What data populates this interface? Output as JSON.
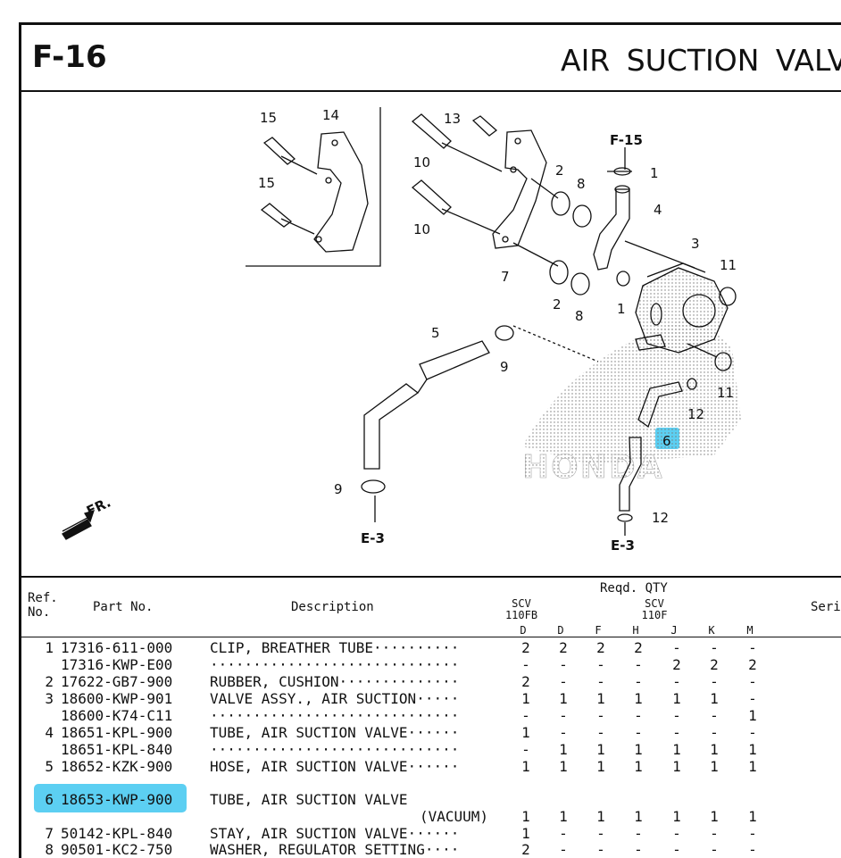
{
  "section": {
    "code": "F-16",
    "title": "AIR SUCTION VALV"
  },
  "diagram": {
    "callouts": [
      "15",
      "14",
      "15",
      "13",
      "10",
      "10",
      "2",
      "8",
      "1",
      "4",
      "3",
      "11",
      "7",
      "2",
      "8",
      "1",
      "5",
      "9",
      "11",
      "12",
      "6",
      "9",
      "12"
    ],
    "refs": {
      "top": "F-15",
      "left": "E-3",
      "right": "E-3"
    },
    "front_label": "FR.",
    "brand_watermark": "HONDA"
  },
  "table": {
    "headers": {
      "ref": "Ref.\nNo.",
      "part_no": "Part No.",
      "description": "Description",
      "reqd_qty": "Reqd. QTY",
      "serial": "Seri",
      "group1": "SCV\n110FB",
      "group2": "SCV\n110F",
      "cols": [
        "D",
        "D",
        "F",
        "H",
        "J",
        "K",
        "M"
      ]
    },
    "rows": [
      {
        "ref": "1",
        "part_no": "17316-611-000",
        "desc": "CLIP, BREATHER TUBE··········",
        "qty": [
          "2",
          "2",
          "2",
          "2",
          "-",
          "-",
          "-"
        ]
      },
      {
        "ref": "",
        "part_no": "17316-KWP-E00",
        "desc": "·····························",
        "qty": [
          "-",
          "-",
          "-",
          "-",
          "2",
          "2",
          "2"
        ]
      },
      {
        "ref": "2",
        "part_no": "17622-GB7-900",
        "desc": "RUBBER, CUSHION··············",
        "qty": [
          "2",
          "-",
          "-",
          "-",
          "-",
          "-",
          "-"
        ]
      },
      {
        "ref": "3",
        "part_no": "18600-KWP-901",
        "desc": "VALVE ASSY., AIR SUCTION·····",
        "qty": [
          "1",
          "1",
          "1",
          "1",
          "1",
          "1",
          "-"
        ]
      },
      {
        "ref": "",
        "part_no": "18600-K74-C11",
        "desc": "·····························",
        "qty": [
          "-",
          "-",
          "-",
          "-",
          "-",
          "-",
          "1"
        ]
      },
      {
        "ref": "4",
        "part_no": "18651-KPL-900",
        "desc": "TUBE, AIR SUCTION VALVE······",
        "qty": [
          "1",
          "-",
          "-",
          "-",
          "-",
          "-",
          "-"
        ]
      },
      {
        "ref": "",
        "part_no": "18651-KPL-840",
        "desc": "·····························",
        "qty": [
          "-",
          "1",
          "1",
          "1",
          "1",
          "1",
          "1"
        ]
      },
      {
        "ref": "5",
        "part_no": "18652-KZK-900",
        "desc": "HOSE, AIR SUCTION VALVE······",
        "qty": [
          "1",
          "1",
          "1",
          "1",
          "1",
          "1",
          "1"
        ]
      },
      {
        "ref": "6",
        "part_no": "18653-KWP-900",
        "desc": "TUBE, AIR SUCTION VALVE",
        "desc2": "(VACUUM)",
        "qty": [
          "1",
          "1",
          "1",
          "1",
          "1",
          "1",
          "1"
        ]
      },
      {
        "ref": "7",
        "part_no": "50142-KPL-840",
        "desc": "STAY, AIR SUCTION VALVE······",
        "qty": [
          "1",
          "-",
          "-",
          "-",
          "-",
          "-",
          "-"
        ]
      },
      {
        "ref": "8",
        "part_no": "90501-KC2-750",
        "desc": "WASHER, REGULATOR SETTING····",
        "qty": [
          "2",
          "-",
          "-",
          "-",
          "-",
          "-",
          "-"
        ]
      }
    ]
  },
  "colors": {
    "highlight": "#5ccff2",
    "ink": "#111111"
  }
}
